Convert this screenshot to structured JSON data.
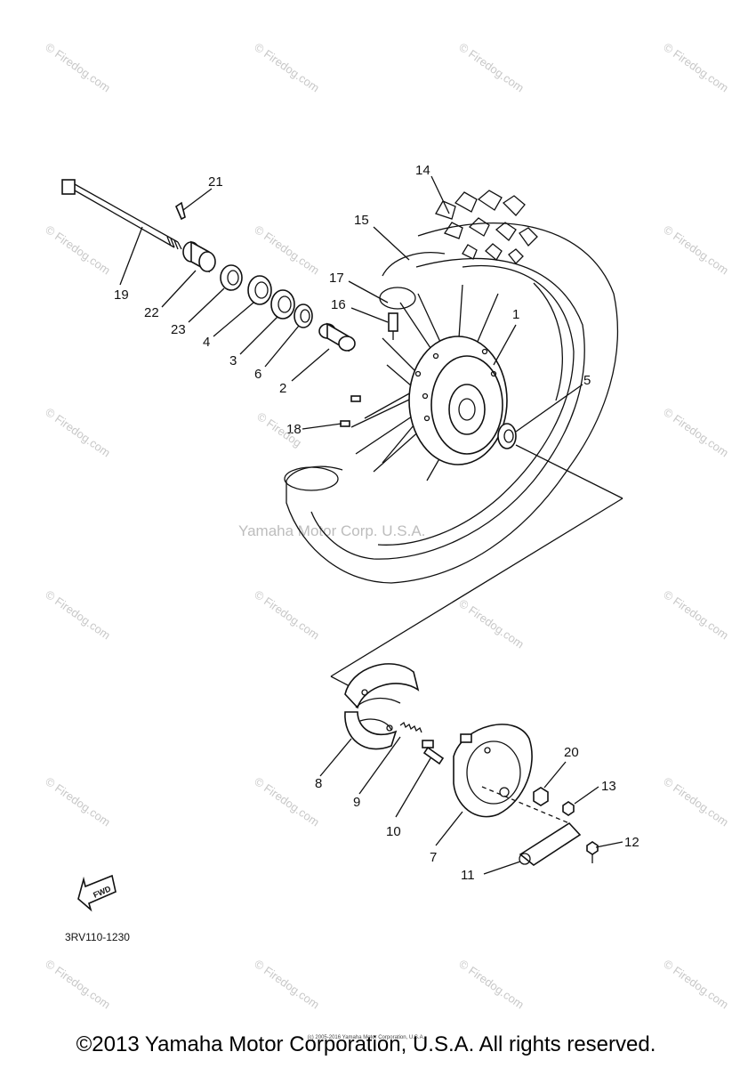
{
  "diagram_code": "3RV110-1230",
  "fwd_label": "FWD",
  "center_watermark": "Yamaha Motor Corp. U.S.A.",
  "watermark_text": "© Firedog.com",
  "inner_watermark": "© Firedog",
  "copyright": "©2013 Yamaha Motor Corporation, U.S.A. All rights reserved.",
  "small_copyright": "(c) 2005-2016 Yamaha Motor Corporation, U.S.A.",
  "callouts": {
    "c1": "1",
    "c2": "2",
    "c3": "3",
    "c4": "4",
    "c5": "5",
    "c6": "6",
    "c7": "7",
    "c8": "8",
    "c9": "9",
    "c10": "10",
    "c11": "11",
    "c12": "12",
    "c13": "13",
    "c14": "14",
    "c15": "15",
    "c16": "16",
    "c17": "17",
    "c18": "18",
    "c19": "19",
    "c20": "20",
    "c21": "21",
    "c22": "22",
    "c23": "23"
  },
  "colors": {
    "ink": "#111111",
    "watermark": "#c8c8c8",
    "background": "#ffffff"
  }
}
